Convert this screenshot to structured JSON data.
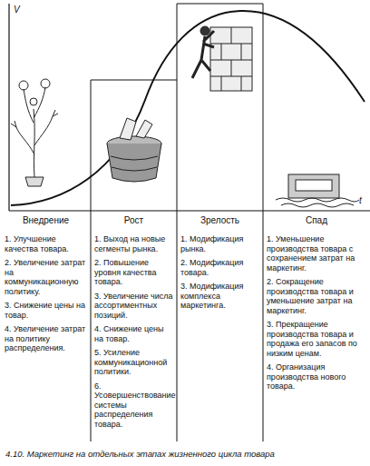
{
  "diagram": {
    "caption": "4.10. Маркетинг на отдельных этапах жизненного цикла товара",
    "labels": [
      "V",
      "t",
      "Внедрение",
      "1. Улучшение качества товара.",
      "2. Увеличение затрат на коммуникационную политику.",
      "3. Снижение цены на товар.",
      "4. Увеличение затрат на политику распределения.",
      "Рост",
      "1. Выход на новые сегменты рынка.",
      "2. Повышение уровня качества товара.",
      "3. Увеличение числа ассортиментных позиций.",
      "4. Снижение цены на товар.",
      "5. Усиление коммуникационной политики.",
      "6. Усовершенствование системы распределения товара.",
      "Зрелость",
      "1. Модификация рынка.",
      "2. Модификация товара.",
      "3. Модификация комплекса маркетинга.",
      "Спад",
      "1. Уменьшение производства товара с сохранением затрат на маркетинг.",
      "2. Сокращение производства товара и уменьшение затрат на маркетинг.",
      "3. Прекращение производства товара и продажа его запасов по низким ценам.",
      "4. Организация производства нового товара."
    ]
  }
}
